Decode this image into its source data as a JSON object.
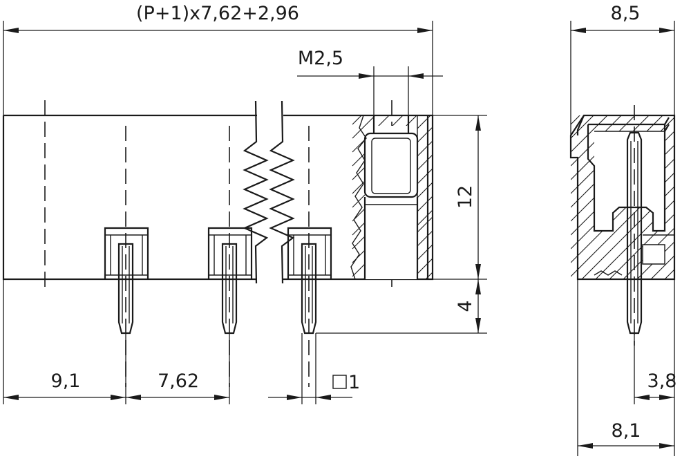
{
  "drawing": {
    "dim_overall_length": "(P+1)x7,62+2,96",
    "dim_thread": "M2,5",
    "dim_side_width": "8,5",
    "dim_height": "12",
    "dim_pin_length": "4",
    "dim_first_pin": "9,1",
    "dim_pitch": "7,62",
    "dim_pin_square": "1",
    "dim_pin_offset": "3,8",
    "dim_base_width": "8,1"
  }
}
